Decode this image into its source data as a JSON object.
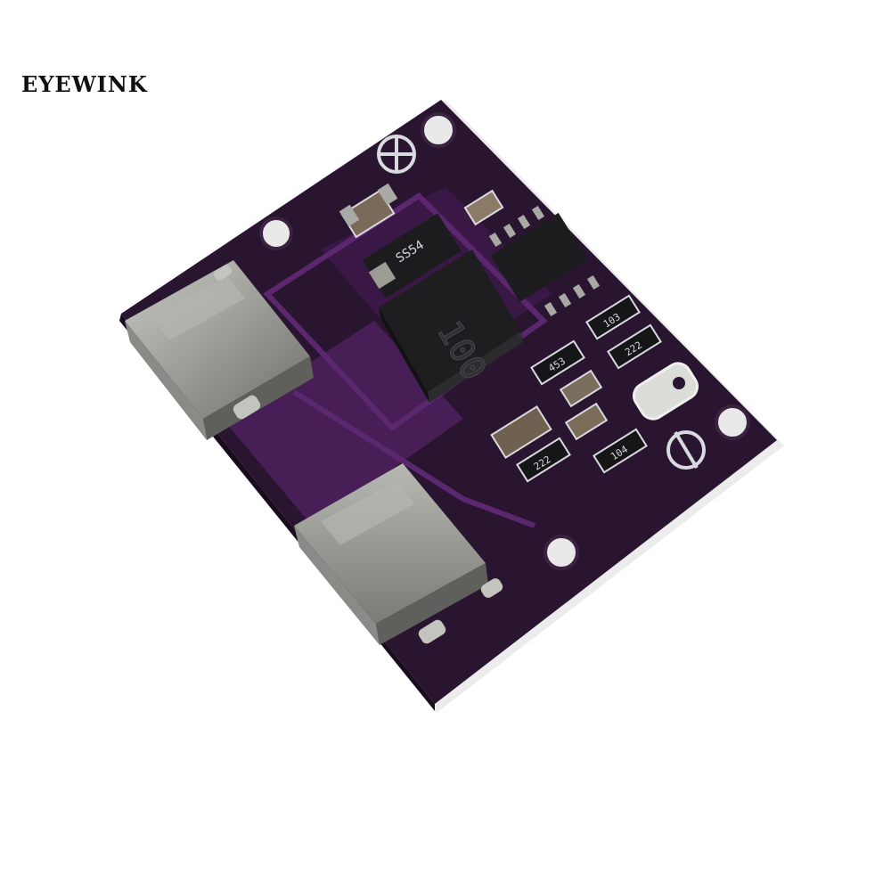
{
  "brand": {
    "name": "EYEWINK"
  },
  "board": {
    "pcb_color": "#2a1530",
    "accent_trace_color": "#4a1f5a",
    "inductor_marking": "100",
    "diode_marking": "SS54",
    "resistor_markings": [
      "103",
      "222",
      "453",
      "222",
      "104"
    ]
  }
}
